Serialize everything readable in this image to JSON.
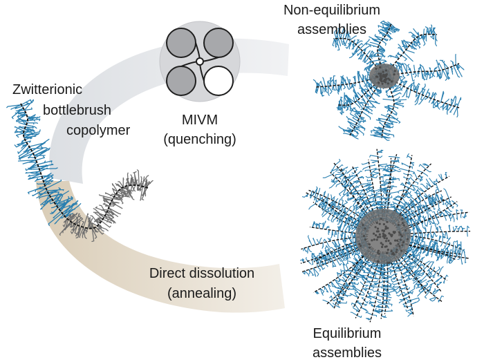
{
  "labels": {
    "copolymer": [
      "Zwitterionic",
      "bottlebrush",
      "copolymer"
    ],
    "mivm": [
      "MIVM",
      "(quenching)"
    ],
    "non_equilibrium": [
      "Non-equilibrium",
      "assemblies"
    ],
    "direct": [
      "Direct dissolution",
      "(annealing)"
    ],
    "equilibrium": [
      "Equilibrium",
      "assemblies"
    ]
  },
  "colors": {
    "brush_blue": "#2a7fb0",
    "brush_gray": "#6e6e6e",
    "backbone": "#151515",
    "upper_arc": "#e3e5e8",
    "lower_arc": "#e6ddcf",
    "mixer_disc": "#d6d7da"
  },
  "icons": {
    "mixer": "four-inlet-vortex-mixer-icon"
  }
}
